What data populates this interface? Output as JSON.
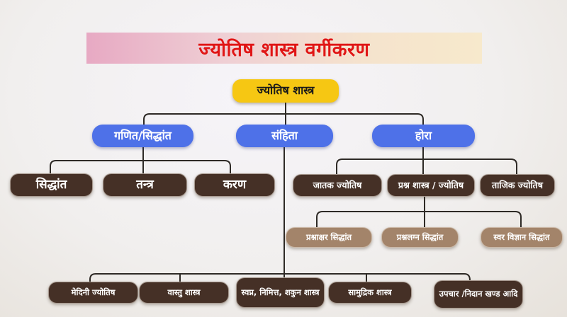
{
  "title": "ज्योतिष शास्त्र वर्गीकरण",
  "root": {
    "label": "ज्योतिष शास्त्र"
  },
  "branches": [
    {
      "label": "गणित/सिद्धांत"
    },
    {
      "label": "संहिता"
    },
    {
      "label": "होरा"
    }
  ],
  "ganit_children": [
    {
      "label": "सिद्धांत"
    },
    {
      "label": "तन्त्र"
    },
    {
      "label": "करण"
    }
  ],
  "hora_children": [
    {
      "label": "जातक ज्योतिष"
    },
    {
      "label": "प्रश्न शास्त्र / ज्योतिष"
    },
    {
      "label": "ताजिक ज्योतिष"
    }
  ],
  "prashna_children": [
    {
      "label": "प्रश्नाक्षर सिद्धांत"
    },
    {
      "label": "प्रश्नलग्न सिद्धांत"
    },
    {
      "label": "स्वर विज्ञान सिद्धांत"
    }
  ],
  "samhita_children": [
    {
      "label": "मेदिनी ज्योतिष"
    },
    {
      "label": "वास्तु शास्त्र"
    },
    {
      "label": "स्वप्न, निमित्त, शकुन शास्त्र"
    },
    {
      "label": "सामुद्रिक शास्त्र"
    },
    {
      "label": "उपचार /निदान खण्ड आदि"
    }
  ],
  "colors": {
    "title_text": "#e01616",
    "banner_left": "#e7a9c3",
    "banner_right": "#f7e9cc",
    "root_bg": "#f6c713",
    "branch_bg": "#4e71e8",
    "leaf_dark_bg": "#453026",
    "leaf_tan_bg": "#a3846a",
    "connector": "#2e2a26"
  }
}
